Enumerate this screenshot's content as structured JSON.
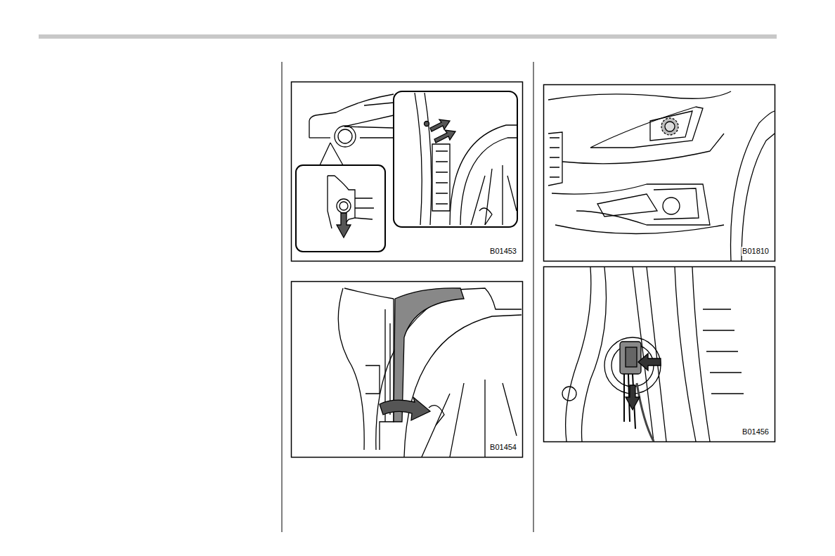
{
  "diagram": {
    "labels": [
      "B01453",
      "B01454",
      "B01810",
      "B01456"
    ]
  }
}
